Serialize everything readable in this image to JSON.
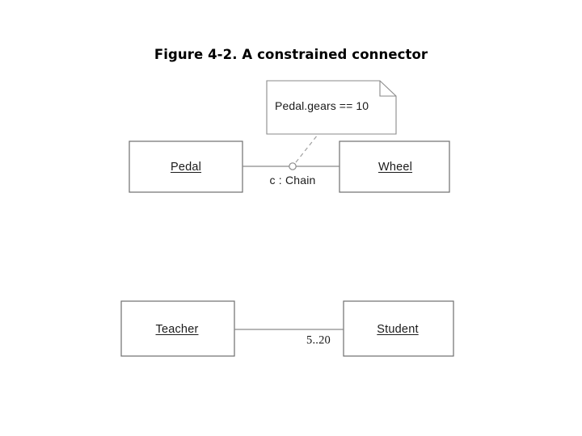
{
  "figure": {
    "title": "Figure 4-2. A constrained connector"
  },
  "colors": {
    "background": "#ffffff",
    "stroke": "#7a7a7a",
    "stroke_dark": "#4d4d4d",
    "text": "#1a1a1a",
    "title_text": "#000000"
  },
  "diagram_top": {
    "name": "constrained-connector-diagram",
    "note": {
      "text": "Pedal.gears == 10",
      "shape": "note-folded-corner"
    },
    "classes": [
      {
        "id": "pedal",
        "label": "Pedal",
        "underlined": true
      },
      {
        "id": "wheel",
        "label": "Wheel",
        "underlined": true
      }
    ],
    "connector": {
      "label": "c : Chain",
      "anchor_marker": "open-circle",
      "constraint_link": "dashed"
    }
  },
  "diagram_bottom": {
    "name": "multiplicity-diagram",
    "classes": [
      {
        "id": "teacher",
        "label": "Teacher",
        "underlined": true
      },
      {
        "id": "student",
        "label": "Student",
        "underlined": true
      }
    ],
    "connector": {
      "multiplicity": "5..20"
    }
  }
}
